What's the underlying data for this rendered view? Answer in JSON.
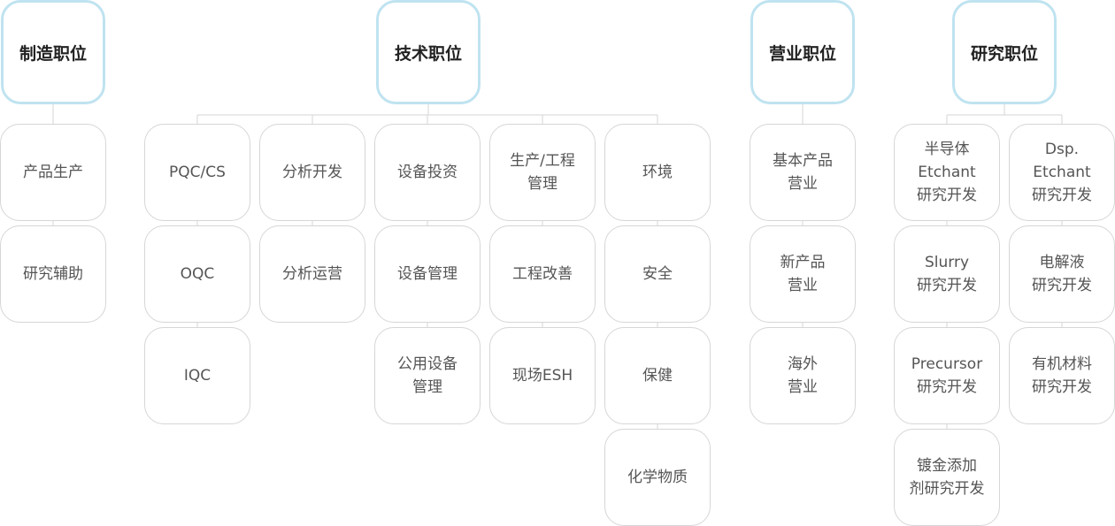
{
  "departments": [
    {
      "title": "制造职位",
      "groups": [
        [
          "产品生产",
          "研究辅助"
        ]
      ]
    },
    {
      "title": "技术职位",
      "groups": [
        [
          "PQC/CS",
          "OQC",
          "IQC"
        ],
        [
          "分析开发",
          "分析运营"
        ],
        [
          "设备投资",
          "设备管理",
          "公用设备\n管理"
        ],
        [
          "生产/工程\n管理",
          "工程改善",
          "现场ESH"
        ],
        [
          "环境",
          "安全",
          "保健",
          "化学物质"
        ]
      ]
    },
    {
      "title": "营业职位",
      "groups": [
        [
          "基本产品\n营业",
          "新产品\n营业",
          "海外\n营业"
        ]
      ]
    },
    {
      "title": "研究职位",
      "groups": [
        [
          "半导体\nEtchant\n研究开发",
          "Slurry\n研究开发",
          "Precursor\n研究开发",
          "镀金添加\n剂研究开发"
        ],
        [
          "Dsp.\nEtchant\n研究开发",
          "电解液\n研究开发",
          "有机材料\n研究开发"
        ]
      ]
    }
  ]
}
